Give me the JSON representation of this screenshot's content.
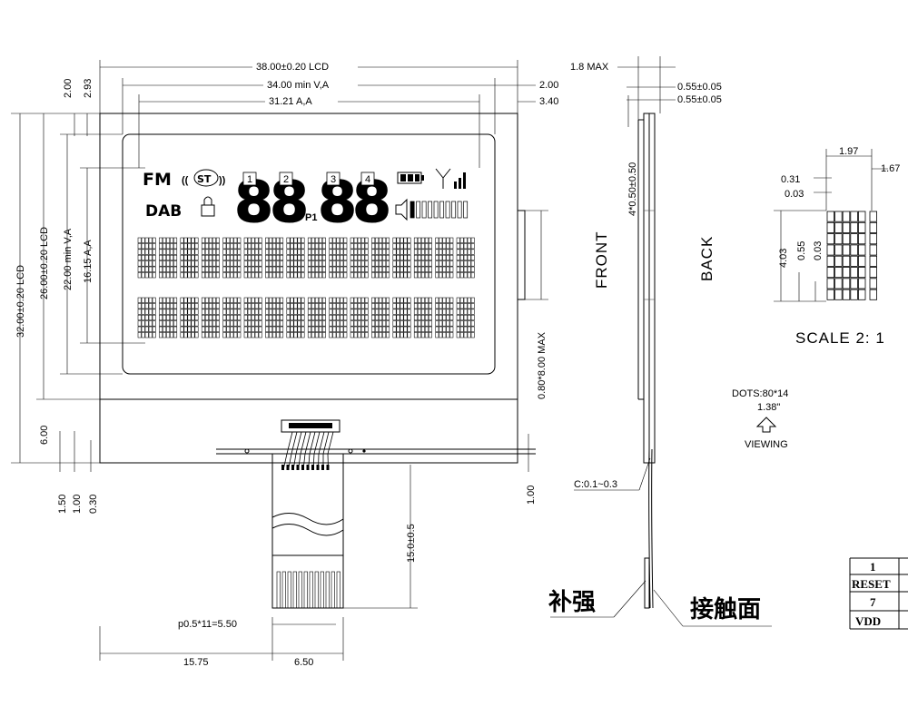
{
  "dimensions": {
    "lcd_width": "38.00±0.20 LCD",
    "va_width": "34.00 min V,A",
    "aa_width": "31.21 A,A",
    "left_margin_1": "2.00",
    "left_margin_2": "2.93",
    "right_margin_1": "2.00",
    "right_margin_2": "3.40",
    "lcd_height": "32.00±0.20 LCD",
    "lcd_inner_height": "26.00±0.20 LCD",
    "va_height": "22.00 min V,A",
    "aa_height": "16.15 A,A",
    "bottom_6": "6.00",
    "bottom_150": "1.50",
    "bottom_100": "1.00",
    "bottom_030": "0.30",
    "right_100": "1.00",
    "tab": "0.80*8.00 MAX",
    "fpc_length": "15.0±0.5",
    "pitch": "p0.5*11=5.50",
    "offset": "15.75",
    "fpc_width": "6.50",
    "side_max": "1.8 MAX",
    "glass_1": "0.55±0.05",
    "glass_2": "0.55±0.05",
    "side_height": "4*0.50±0.50",
    "chamfer": "C:0.1~0.3",
    "dot_w": "1.97",
    "dot_pitch": "1.67",
    "dot_031": "0.31",
    "dot_003": "0.03",
    "dot_h": "4.03",
    "dot_055": "0.55",
    "dot_003b": "0.03"
  },
  "labels": {
    "front": "FRONT",
    "back": "BACK",
    "scale": "SCALE 2: 1",
    "dots": "DOTS:80*14",
    "size": "1.38\"",
    "viewing": "VIEWING",
    "stiffener": "补强",
    "contact": "接触面"
  },
  "lcd_icons": {
    "fm": "FM",
    "st": "ST",
    "dab": "DAB",
    "p1": "P1",
    "digits": [
      "1",
      "2",
      "3",
      "4"
    ],
    "digit_glyph": "8"
  },
  "pin_table": {
    "row1": [
      "1"
    ],
    "row2": [
      "RESET"
    ],
    "row3": [
      "7"
    ],
    "row4": [
      "VDD"
    ]
  }
}
